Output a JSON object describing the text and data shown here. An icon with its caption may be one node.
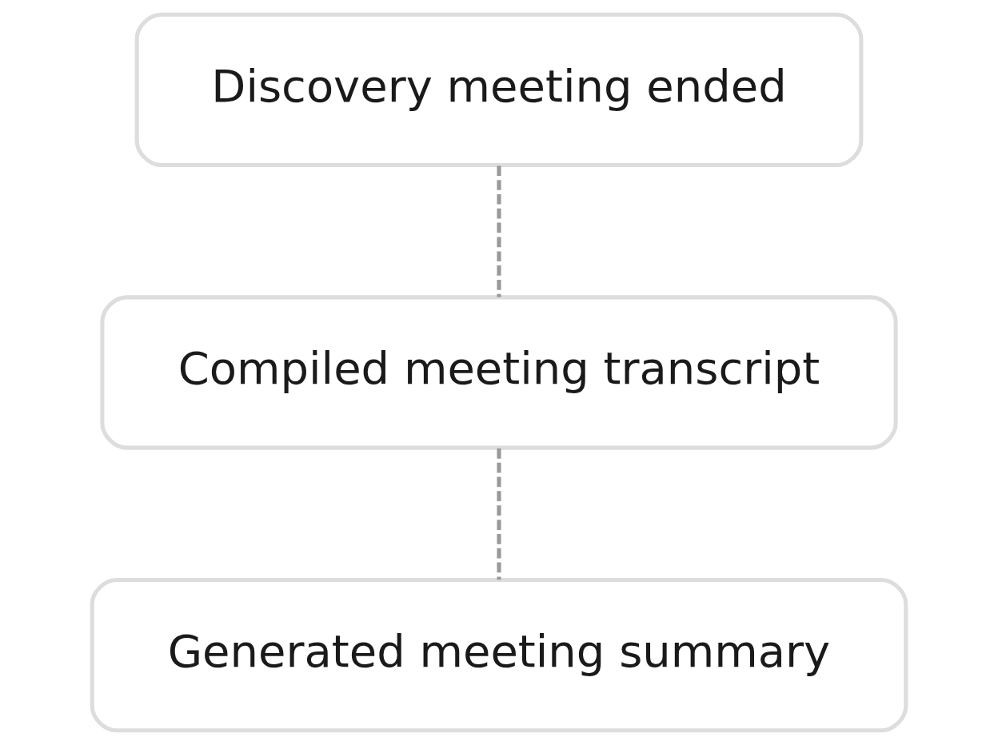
{
  "diagram": {
    "nodes": [
      {
        "text": [
          "Discovery meeting ended"
        ]
      },
      {
        "text": [
          "Compiled meeting transcript"
        ]
      },
      {
        "text": [
          "Generated meeting summary"
        ]
      }
    ],
    "edges": [
      {
        "from": 0,
        "to": 1,
        "arrow": "none",
        "style": "dashed"
      },
      {
        "from": 1,
        "to": 2,
        "arrow": "none",
        "style": "dashed"
      }
    ]
  }
}
